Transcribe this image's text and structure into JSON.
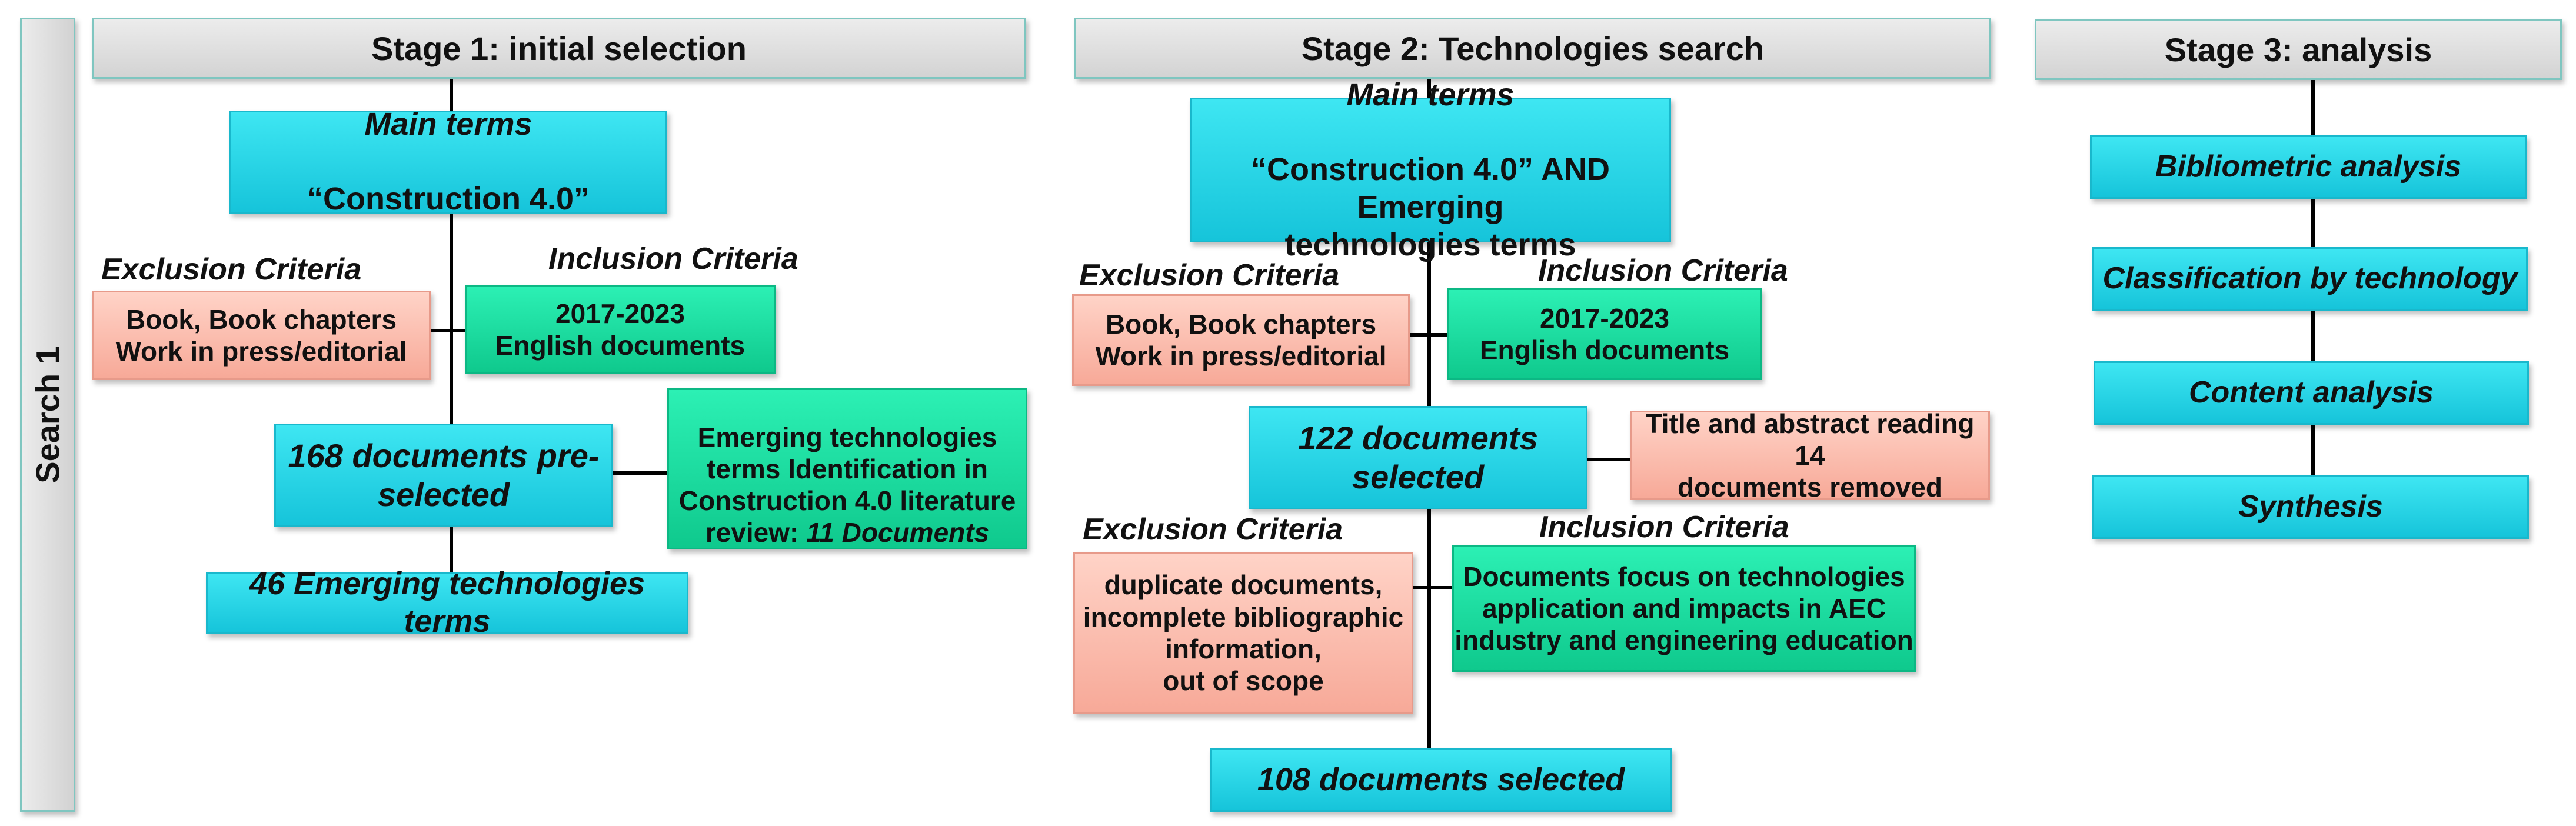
{
  "side_label": "Search 1",
  "stage1": {
    "header": "Stage 1: initial  selection",
    "main_terms": {
      "title": "Main terms",
      "text": "“Construction 4.0”"
    },
    "exclusion_label": "Exclusion Criteria",
    "exclusion_text": "Book, Book chapters\nWork in press/editorial",
    "inclusion_label": "Inclusion Criteria",
    "inclusion_text": "2017-2023\nEnglish documents",
    "preselected": "168 documents pre-\nselected",
    "emerging_review": "Emerging technologies\nterms  Identification in\nConstruction 4.0 literature\nreview: ",
    "emerging_review_count": "11 Documents",
    "terms_result": "46  Emerging technologies terms"
  },
  "stage2": {
    "header": "Stage 2: Technologies search",
    "main_terms": {
      "title": "Main terms",
      "text": "“Construction  4.0” AND Emerging\ntechnologies terms"
    },
    "exclusion_label_1": "Exclusion Criteria",
    "exclusion_text_1": "Book, Book chapters\nWork in press/editorial",
    "inclusion_label_1": "Inclusion Criteria",
    "inclusion_text_1": "2017-2023\nEnglish documents",
    "selected_122": "122 documents\nselected",
    "removed_note": "Title and abstract reading 14\ndocuments removed",
    "exclusion_label_2": "Exclusion Criteria",
    "exclusion_text_2": "duplicate documents,\nincomplete bibliographic\ninformation,\nout of scope",
    "inclusion_label_2": "Inclusion Criteria",
    "inclusion_text_2": "Documents focus on technologies\napplication and impacts in AEC\nindustry  and engineering education",
    "selected_108": "108 documents selected"
  },
  "stage3": {
    "header": "Stage 3: analysis",
    "steps": [
      "Bibliometric analysis",
      "Classification  by technology",
      "Content analysis",
      "Synthesis"
    ]
  }
}
